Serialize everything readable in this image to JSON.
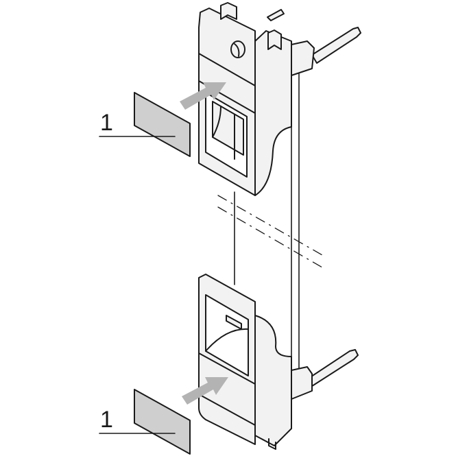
{
  "diagram": {
    "type": "installation-illustration",
    "description": "Exploded view of a vertical module frame with upper and lower connector housings; label plates (1) inserted into front recesses as indicated by gray arrows",
    "colors": {
      "background": "#ffffff",
      "outline": "#1a1a1a",
      "part_fill": "#f2f2f2",
      "label_fill": "#cfcfcf",
      "arrow": "#b3b3b3"
    },
    "callouts": [
      {
        "id": "callout-upper",
        "label": "1",
        "target": "label plate (upper)"
      },
      {
        "id": "callout-lower",
        "label": "1",
        "target": "label plate (lower)"
      }
    ]
  }
}
